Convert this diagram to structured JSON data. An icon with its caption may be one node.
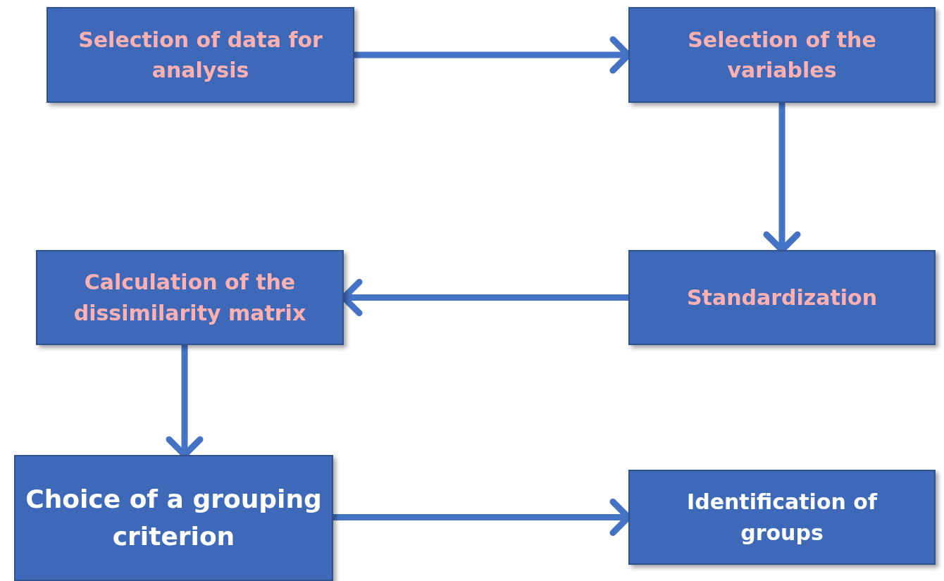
{
  "diagram": {
    "nodes": [
      {
        "text": [
          "Selection of data for analysis"
        ]
      },
      {
        "text": [
          "Selection of the variables"
        ]
      },
      {
        "text": [
          "Standardization"
        ]
      },
      {
        "text": [
          "Calculation of the dissimilarity matrix"
        ]
      },
      {
        "text": [
          "Choice of a grouping criterion"
        ]
      },
      {
        "text": [
          "Identification of groups"
        ]
      }
    ],
    "edges": [
      {
        "from": 0,
        "to": 1,
        "arrow": "to"
      },
      {
        "from": 1,
        "to": 2,
        "arrow": "to"
      },
      {
        "from": 2,
        "to": 3,
        "arrow": "to"
      },
      {
        "from": 3,
        "to": 4,
        "arrow": "to"
      },
      {
        "from": 4,
        "to": 5,
        "arrow": "to"
      }
    ]
  }
}
